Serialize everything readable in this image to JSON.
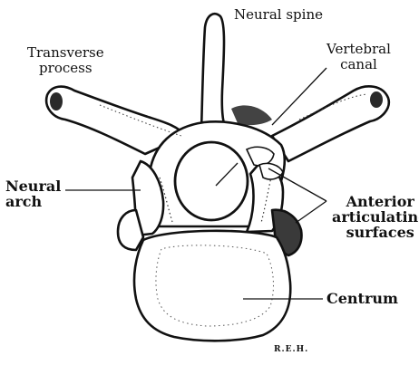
{
  "figure": {
    "labels": {
      "neural_spine": "Neural spine",
      "transverse_process": [
        "Transverse",
        "process"
      ],
      "vertebral_canal": [
        "Vertebral",
        "canal"
      ],
      "neural_arch": [
        "Neural",
        "arch"
      ],
      "anterior_articulating_surfaces": [
        "Anterior",
        "articulating",
        "surfaces"
      ],
      "centrum": "Centrum"
    },
    "signature": "R.E.H."
  }
}
